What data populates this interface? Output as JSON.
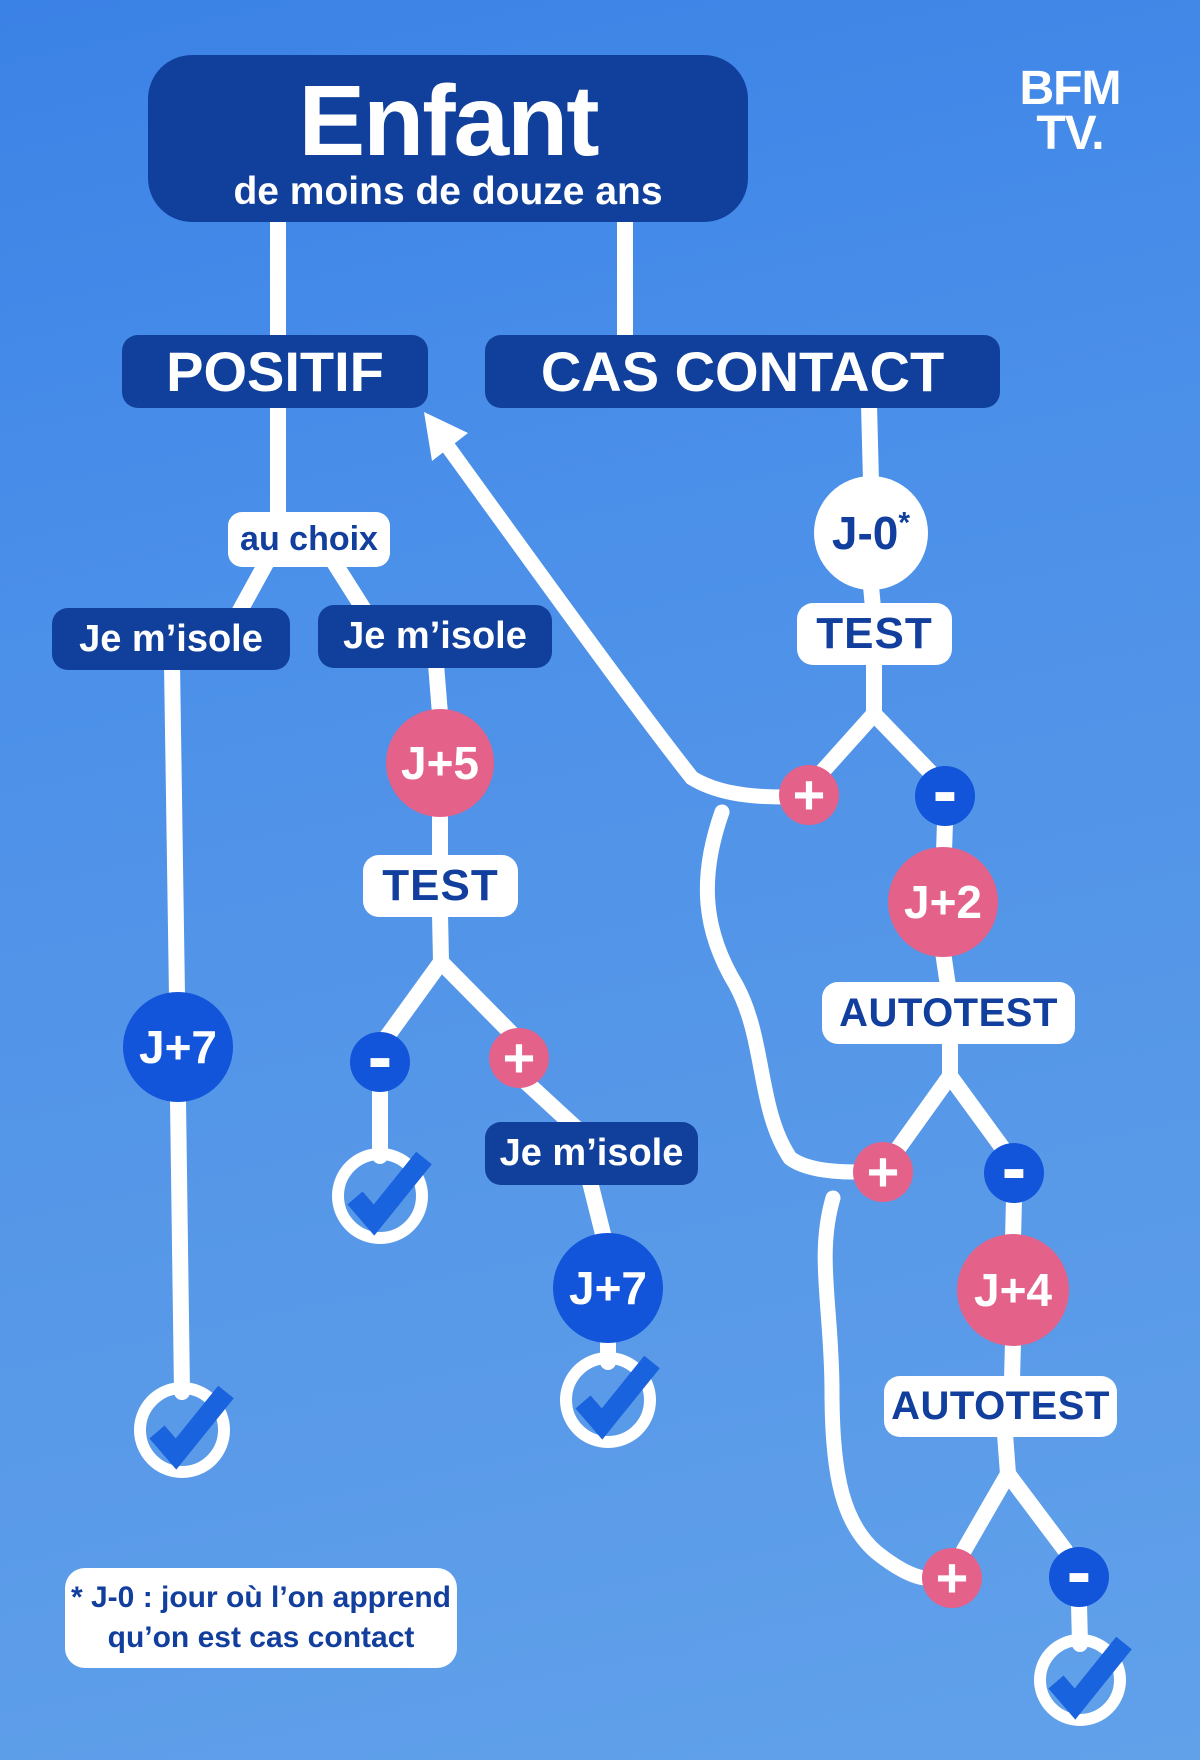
{
  "brand": {
    "line1": "BFM",
    "line2": "TV."
  },
  "header": {
    "title": "Enfant",
    "subtitle": "de moins de douze ans"
  },
  "positif": {
    "label": "POSITIF",
    "choice": "au choix",
    "isolate_left": "Je m’isole",
    "isolate_right": "Je m’isole",
    "day7_left": "J+7",
    "day5": "J+5",
    "test": "TEST",
    "isolate_mid": "Je m’isole",
    "day7_mid": "J+7"
  },
  "cas_contact": {
    "label": "CAS CONTACT",
    "day0": "J-0",
    "day0_note_marker": "*",
    "test": "TEST",
    "day2": "J+2",
    "autotest1": "AUTOTEST",
    "day4": "J+4",
    "autotest2": "AUTOTEST"
  },
  "signs": {
    "plus": "+",
    "minus": "-"
  },
  "footnote": {
    "line1": "* J-0 : jour où l’on apprend",
    "line2": "qu’on est cas contact"
  },
  "colors": {
    "background_top": "#3b82e6",
    "background_bottom": "#61a1ea",
    "dark_blue": "#11409c",
    "circle_blue": "#1254da",
    "check_blue": "#1a63de",
    "pink": "#e4618a",
    "white": "#ffffff"
  }
}
